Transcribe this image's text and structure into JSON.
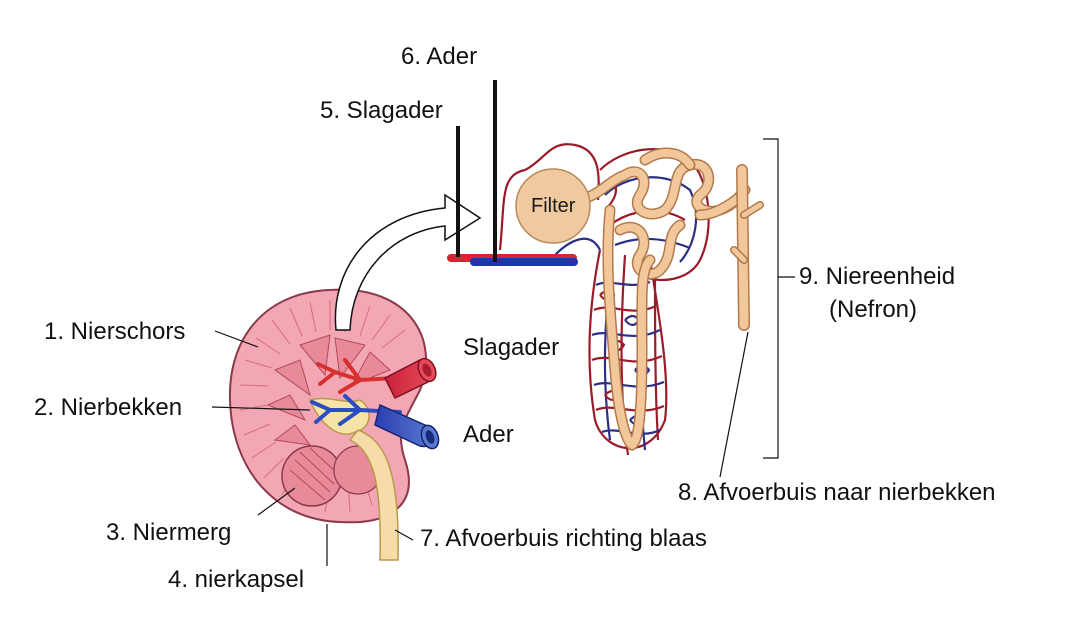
{
  "labels": {
    "nierschors": "1. Nierschors",
    "nierbekken": "2. Nierbekken",
    "niermerg": "3. Niermerg",
    "nierkapsel": "4. nierkapsel",
    "slagader_top": "5. Slagader",
    "ader_top": "6. Ader",
    "afvoerbuis_blaas": "7. Afvoerbuis richting blaas",
    "afvoerbuis_nierbekken": "8. Afvoerbuis naar nierbekken",
    "niereenheid_line1": "9. Niereenheid",
    "niereenheid_line2": "(Nefron)",
    "slagader_kidney": "Slagader",
    "ader_kidney": "Ader",
    "filter": "Filter"
  },
  "colors": {
    "cortex": "#f3a7b4",
    "cortex_stripe": "#d86a80",
    "medulla": "#e88a9a",
    "artery": "#c8223a",
    "vein": "#2a3fb0",
    "tubule": "#f2c89a",
    "tubule_edge": "#b27a4c",
    "capillary_red": "#9b1b2b",
    "capillary_blue": "#2d2f86",
    "line": "#111111"
  }
}
